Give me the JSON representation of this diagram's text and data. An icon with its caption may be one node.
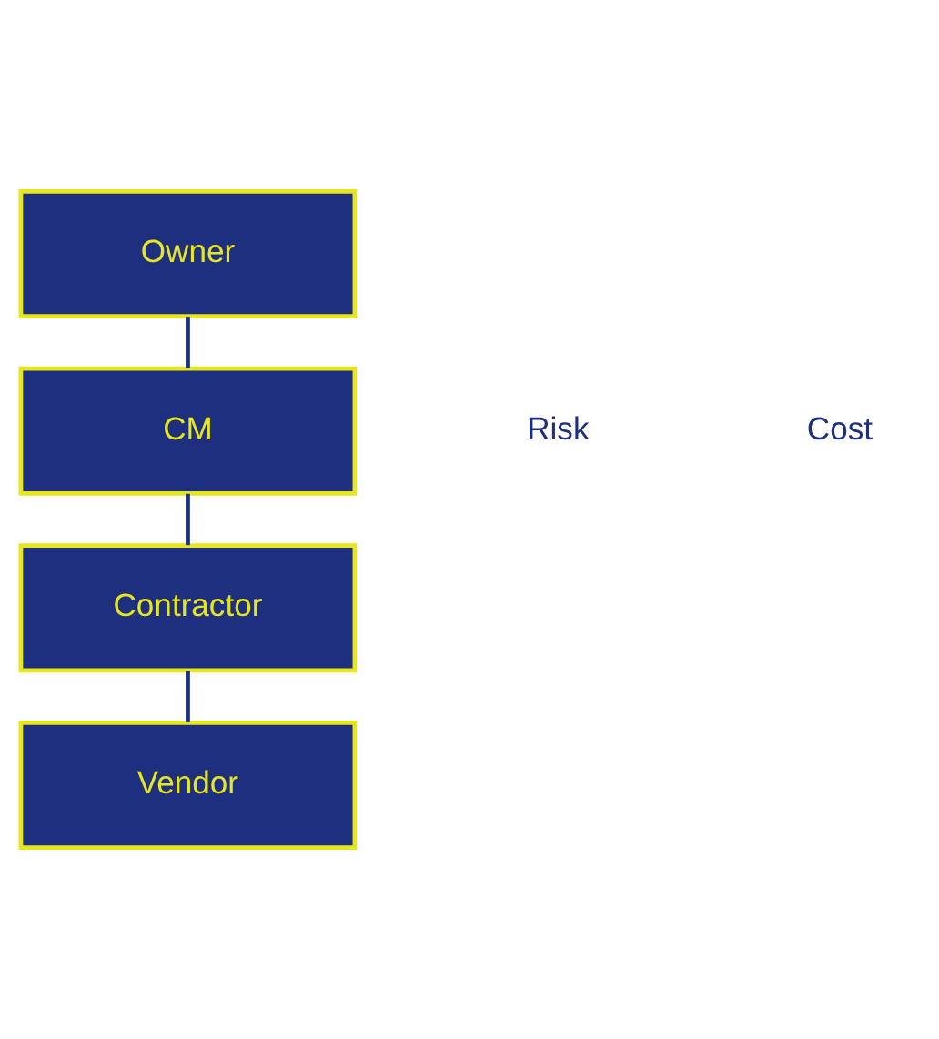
{
  "diagram": {
    "nodes": [
      {
        "text": [
          "Owner"
        ]
      },
      {
        "text": [
          "CM"
        ]
      },
      {
        "text": [
          "Contractor"
        ]
      },
      {
        "text": [
          "Vendor"
        ]
      }
    ],
    "edges": [
      {
        "from": 0,
        "to": 1,
        "arrow": "none"
      },
      {
        "from": 1,
        "to": 2,
        "arrow": "none"
      },
      {
        "from": 2,
        "to": 3,
        "arrow": "none"
      }
    ],
    "labels": [
      "Risk",
      "Cost"
    ]
  }
}
